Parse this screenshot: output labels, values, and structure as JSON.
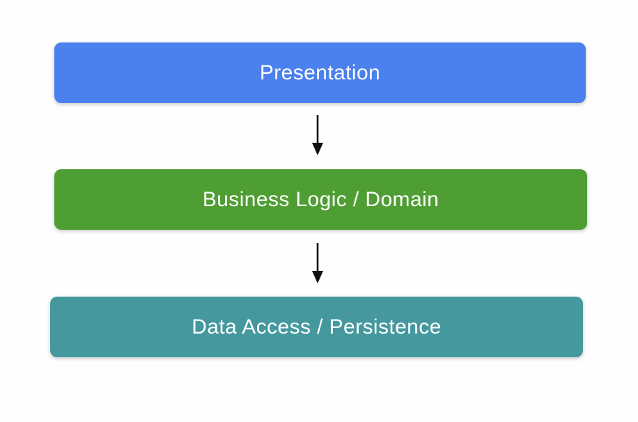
{
  "diagram": {
    "type": "layered-architecture",
    "background_color": "#fefefe",
    "text_color": "#ffffff",
    "arrow_color": "#111111",
    "layers": [
      {
        "id": "presentation",
        "label": "Presentation",
        "color": "#4b81ee"
      },
      {
        "id": "business-logic",
        "label": "Business Logic / Domain",
        "color": "#4f9e34"
      },
      {
        "id": "data-access",
        "label": "Data Access / Persistence",
        "color": "#45999e"
      }
    ],
    "connectors": [
      {
        "from": "presentation",
        "to": "business-logic",
        "direction": "down"
      },
      {
        "from": "business-logic",
        "to": "data-access",
        "direction": "down"
      }
    ]
  }
}
